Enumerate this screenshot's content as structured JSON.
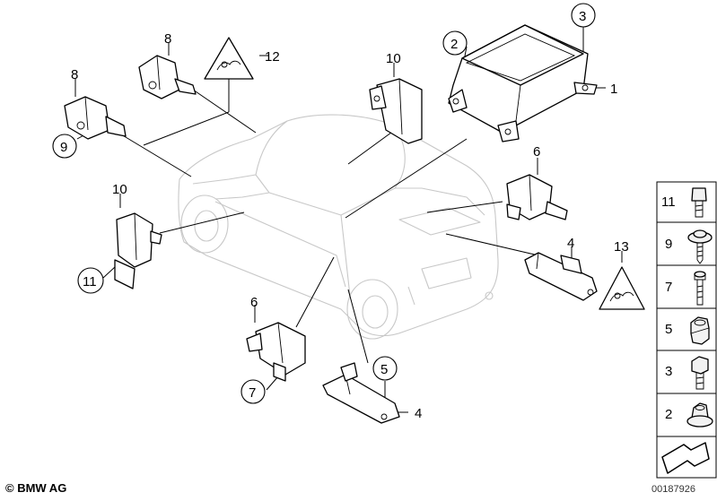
{
  "callouts": {
    "c1": "1",
    "c2": "2",
    "c3": "3",
    "c4a": "4",
    "c4b": "4",
    "c5": "5",
    "c6a": "6",
    "c6b": "6",
    "c7": "7",
    "c8a": "8",
    "c8b": "8",
    "c9": "9",
    "c10a": "10",
    "c10b": "10",
    "c11": "11",
    "c12": "12",
    "c13": "13"
  },
  "legend": {
    "items": [
      {
        "num": "11",
        "icon": "bolt-icon"
      },
      {
        "num": "9",
        "icon": "screw-washer-icon"
      },
      {
        "num": "7",
        "icon": "long-bolt-icon"
      },
      {
        "num": "5",
        "icon": "nut-icon"
      },
      {
        "num": "3",
        "icon": "hex-bolt-icon"
      },
      {
        "num": "2",
        "icon": "flange-nut-icon"
      }
    ]
  },
  "footer": {
    "copyright": "© BMW AG",
    "doc_number": "00187926"
  },
  "colors": {
    "car_outline": "#c8c8c8",
    "lines": "#000000",
    "legend_bg": "#ffffff"
  }
}
